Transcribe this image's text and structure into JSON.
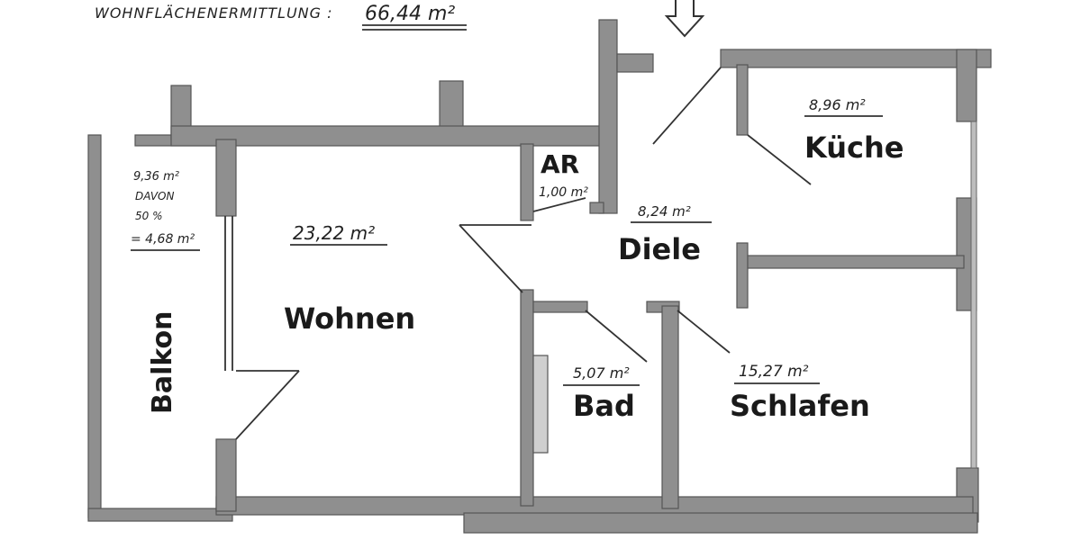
{
  "header": {
    "title": "WOHNFLÄCHENERMITTLUNG :",
    "total_area": "66,44 m²"
  },
  "rooms": {
    "balkon": {
      "name": "Balkon",
      "area": "9,36 m²",
      "note_1": "DAVON",
      "note_2": "50 %",
      "reduced": "= 4,68 m²"
    },
    "wohnen": {
      "name": "Wohnen",
      "area": "23,22 m²"
    },
    "ar": {
      "name": "AR",
      "area": "1,00 m²"
    },
    "diele": {
      "name": "Diele",
      "area": "8,24 m²"
    },
    "kueche": {
      "name": "Küche",
      "area": "8,96 m²"
    },
    "bad": {
      "name": "Bad",
      "area": "5,07 m²"
    },
    "schlafen": {
      "name": "Schlafen",
      "area": "15,27 m²"
    }
  },
  "icons": {
    "entrance": "entrance-arrow-icon"
  },
  "colors": {
    "wall": "#8f8f8f",
    "ink": "#1a1a1a"
  }
}
